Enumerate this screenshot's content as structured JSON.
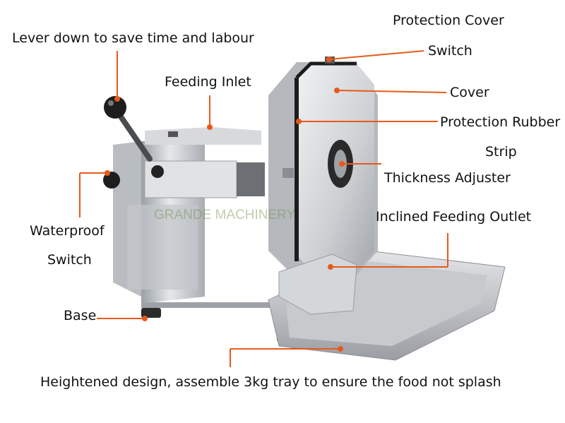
{
  "labels": {
    "lever": "Lever down to save time and labour",
    "feeding_inlet": "Feeding Inlet",
    "protection_cover": "Protection Cover",
    "switch": "Switch",
    "cover": "Cover",
    "protection_rubber": "Protection Rubber",
    "strip": "Strip",
    "thickness_adjuster": "Thickness Adjuster",
    "waterproof": "Waterproof",
    "waterproof_switch": "Switch",
    "inclined_outlet": "Inclined Feeding Outlet",
    "base": "Base",
    "heightened": "Heightened design, assemble 3kg tray to ensure the food not splash"
  },
  "watermark": "GRANDE MACHINERY",
  "colors": {
    "leader_line": "#e8591a",
    "text": "#111111",
    "steel": "#c9cccf",
    "steel_dark": "#8e9297",
    "rubber": "#1c1c1c",
    "watermark": "#6f8f4a"
  }
}
